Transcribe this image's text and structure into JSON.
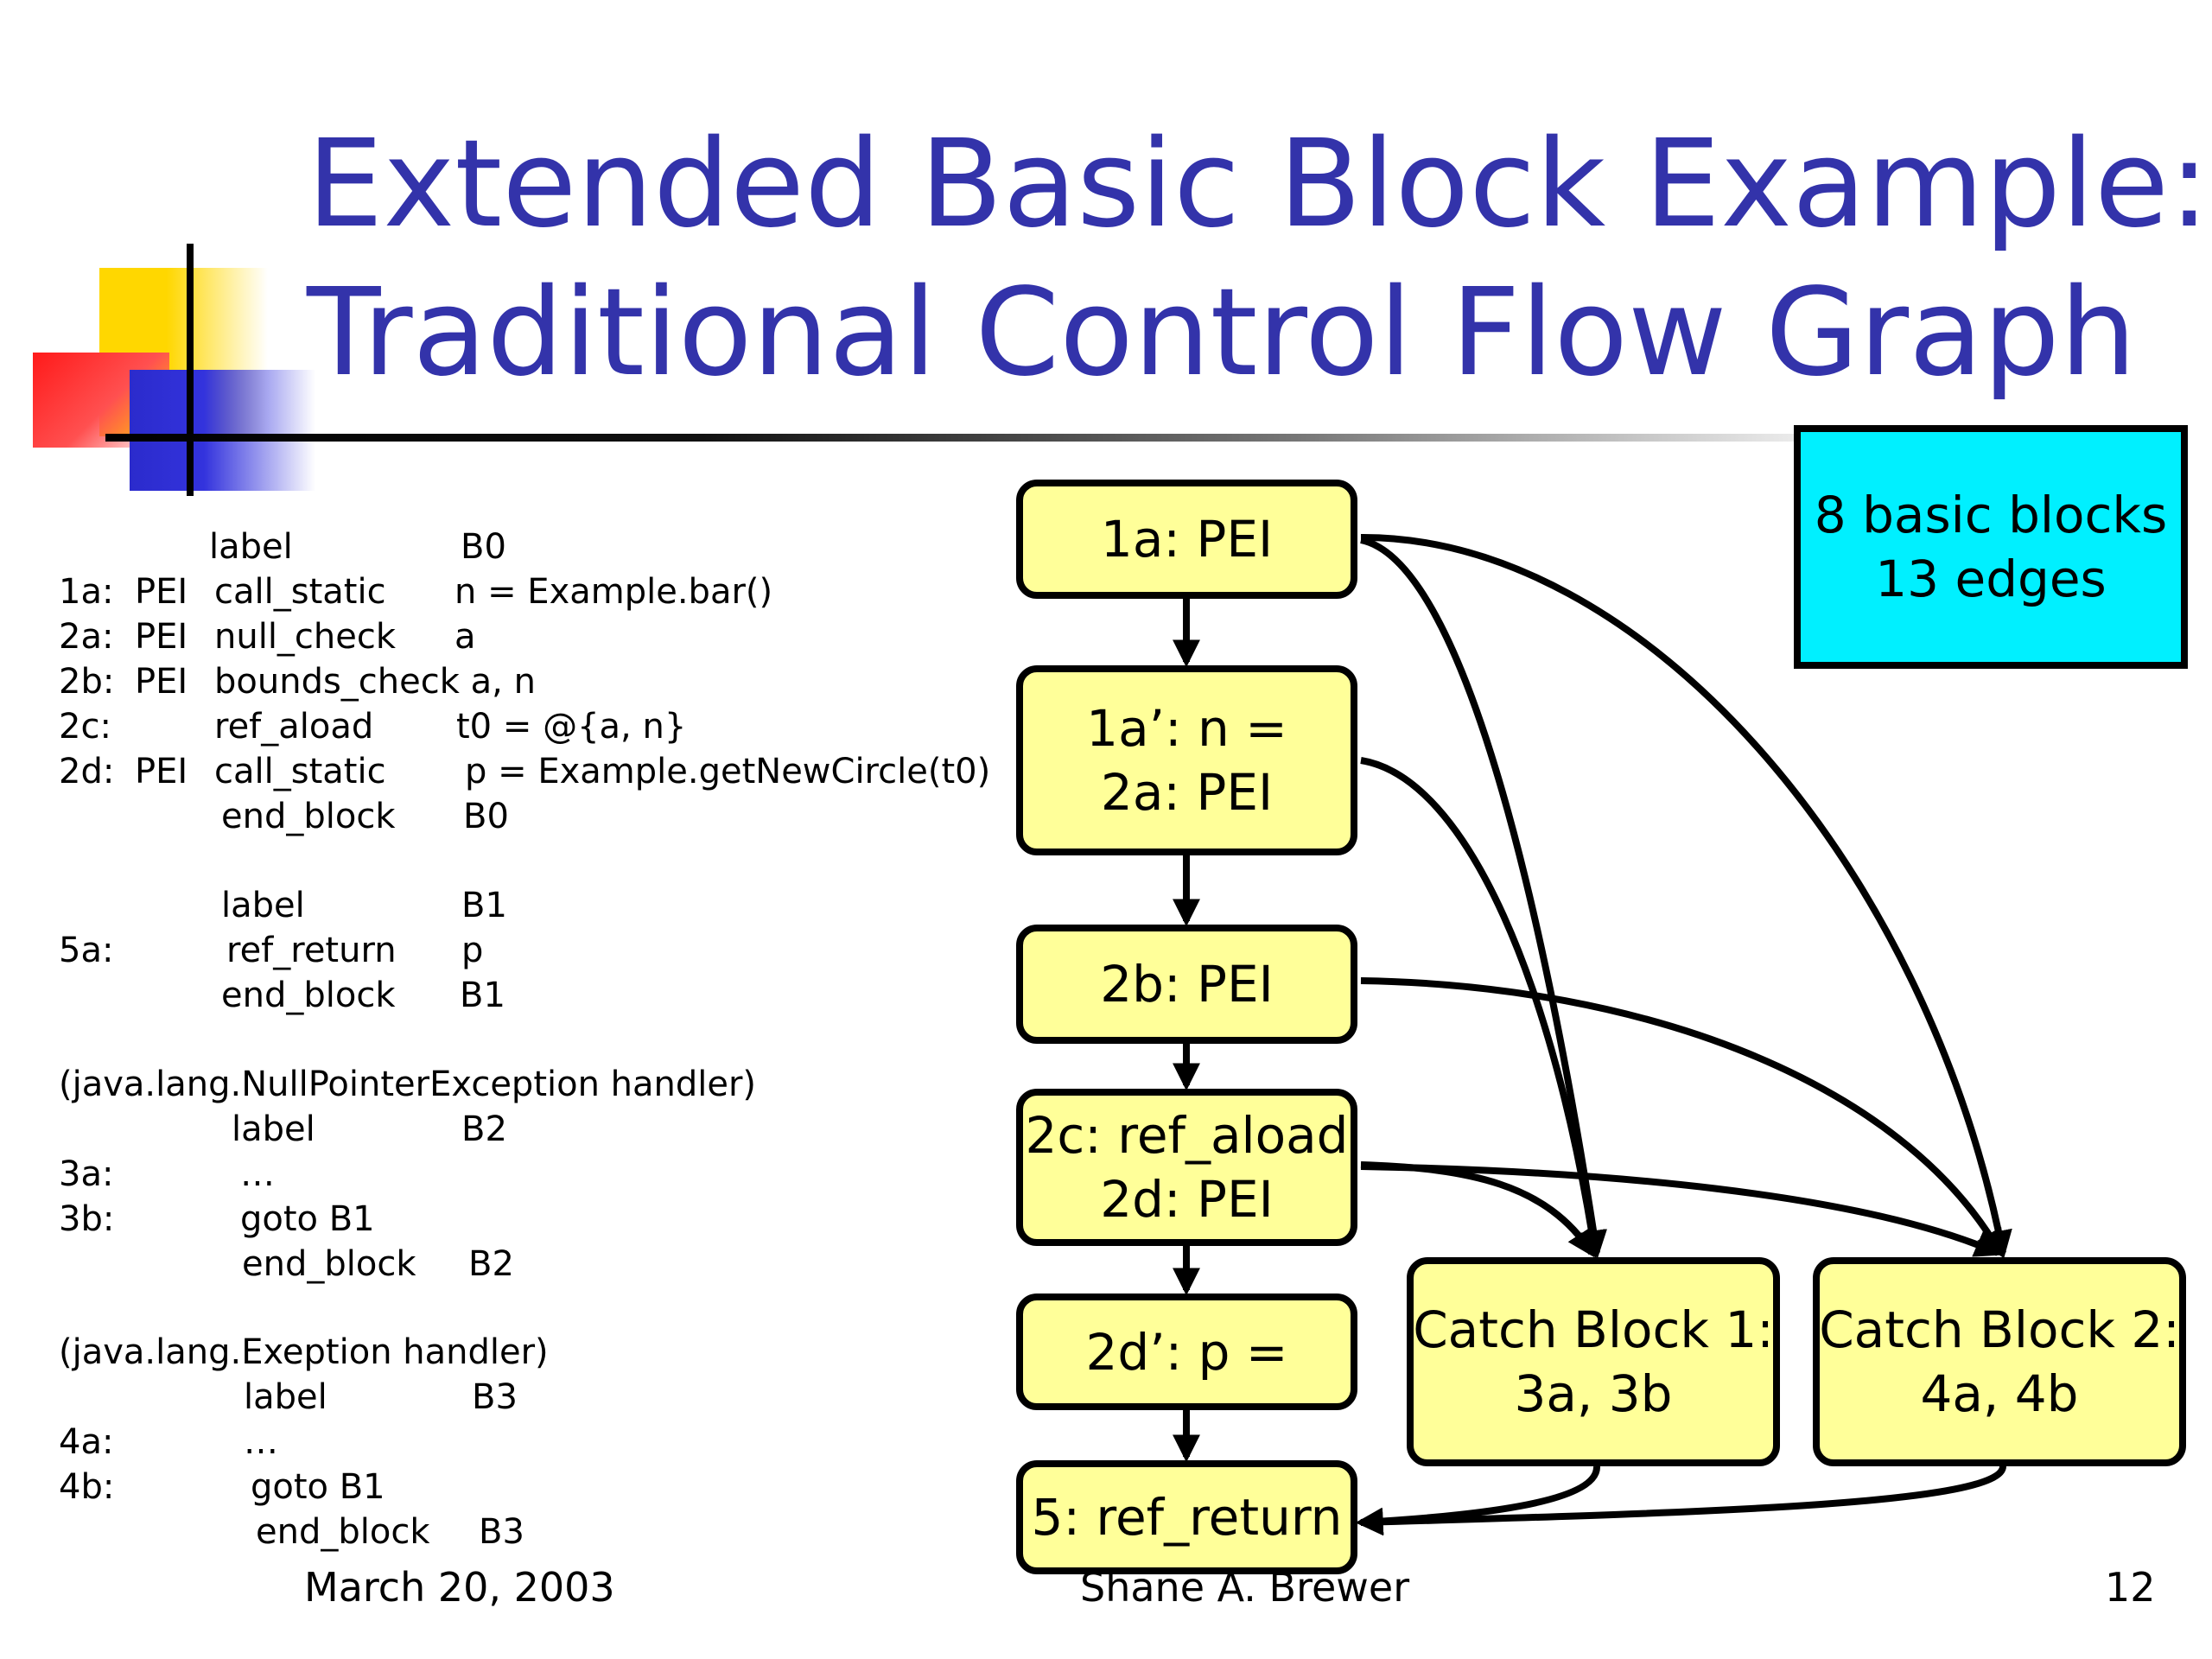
{
  "title": {
    "line1": "Extended Basic Block Example:",
    "line2": "Traditional Control Flow Graph"
  },
  "colors": {
    "title": "#3333aa",
    "node_fill": "#ffff99",
    "note_fill": "#00f0ff"
  },
  "code": {
    "lines": [
      {
        "id": "",
        "pei": "",
        "op": "label",
        "arg": "B0"
      },
      {
        "id": "1a:",
        "pei": "PEI",
        "op": "call_static",
        "arg": "n = Example.bar()"
      },
      {
        "id": "2a:",
        "pei": "PEI",
        "op": "null_check",
        "arg": "a"
      },
      {
        "id": "2b:",
        "pei": "PEI",
        "op": "bounds_check a, n",
        "arg": ""
      },
      {
        "id": "2c:",
        "pei": "",
        "op": "ref_aload",
        "arg": "t0 = @{a, n}"
      },
      {
        "id": "2d:",
        "pei": "PEI",
        "op": "call_static",
        "arg": "p = Example.getNewCircle(t0)"
      },
      {
        "id": "",
        "pei": "",
        "op": "end_block",
        "arg": "B0"
      },
      {
        "id": "",
        "pei": "",
        "op": "label",
        "arg": "B1"
      },
      {
        "id": "5a:",
        "pei": "",
        "op": "ref_return",
        "arg": "p"
      },
      {
        "id": "",
        "pei": "",
        "op": "end_block",
        "arg": "B1"
      },
      {
        "id": "",
        "pei": "",
        "op": "(java.lang.NullPointerException handler)",
        "arg": ""
      },
      {
        "id": "",
        "pei": "",
        "op": "label",
        "arg": "B2"
      },
      {
        "id": "3a:",
        "pei": "",
        "op": "…",
        "arg": ""
      },
      {
        "id": "3b:",
        "pei": "",
        "op": "goto B1",
        "arg": ""
      },
      {
        "id": "",
        "pei": "",
        "op": "end_block",
        "arg": "B2"
      },
      {
        "id": "",
        "pei": "",
        "op": "(java.lang.Exeption handler)",
        "arg": ""
      },
      {
        "id": "",
        "pei": "",
        "op": "label",
        "arg": "B3"
      },
      {
        "id": "4a:",
        "pei": "",
        "op": "…",
        "arg": ""
      },
      {
        "id": "4b:",
        "pei": "",
        "op": "goto B1",
        "arg": ""
      },
      {
        "id": "",
        "pei": "",
        "op": "end_block",
        "arg": "B3"
      }
    ]
  },
  "nodes": {
    "n1a": [
      "1a: PEI"
    ],
    "n1ap": [
      "1a’: n =",
      "2a: PEI"
    ],
    "n2b": [
      "2b: PEI"
    ],
    "n2c": [
      "2c: ref_aload",
      "2d: PEI"
    ],
    "n2dp": [
      "2d’: p ="
    ],
    "n5": [
      "5: ref_return"
    ],
    "catch1": [
      "Catch Block 1:",
      "3a, 3b"
    ],
    "catch2": [
      "Catch Block 2:",
      "4a, 4b"
    ]
  },
  "note": {
    "line1": "8 basic blocks",
    "line2": "13 edges"
  },
  "footer": {
    "date": "March 20, 2003",
    "author": "Shane A. Brewer",
    "page": "12"
  }
}
